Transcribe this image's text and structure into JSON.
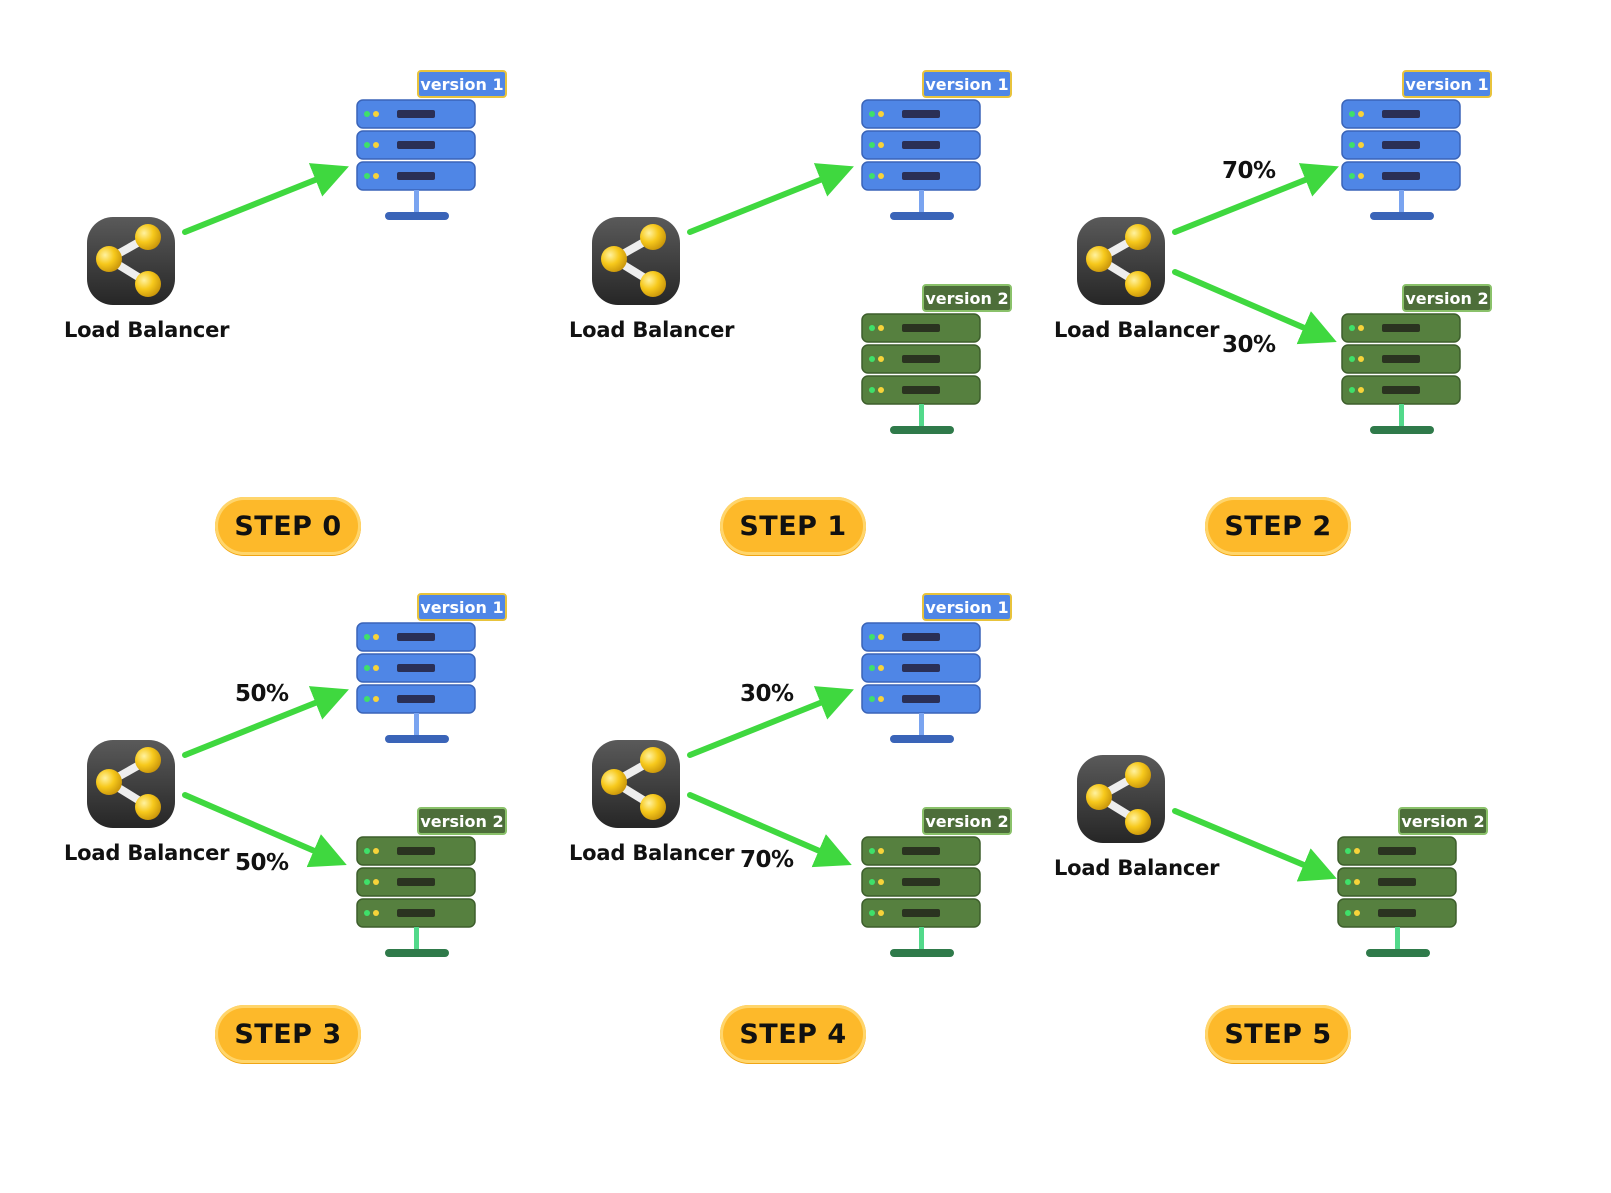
{
  "colors": {
    "arrow": "#3fd83f",
    "step_badge": "#fdb92a",
    "version1": "#4f86e6",
    "version2": "#4d6e3a",
    "lb_tile": "#3a3a3a",
    "lb_nodes": "#f7c91c"
  },
  "icons": {
    "load_balancer": "share-icon",
    "server": "server-rack-icon"
  },
  "panels": [
    {
      "step": "STEP 0",
      "lb_label": "Load Balancer",
      "servers": [
        {
          "version": "version 1"
        }
      ],
      "splits": []
    },
    {
      "step": "STEP 1",
      "lb_label": "Load Balancer",
      "servers": [
        {
          "version": "version 1"
        },
        {
          "version": "version 2"
        }
      ],
      "splits": []
    },
    {
      "step": "STEP 2",
      "lb_label": "Load Balancer",
      "servers": [
        {
          "version": "version 1"
        },
        {
          "version": "version 2"
        }
      ],
      "splits": [
        "70%",
        "30%"
      ]
    },
    {
      "step": "STEP 3",
      "lb_label": "Load Balancer",
      "servers": [
        {
          "version": "version 1"
        },
        {
          "version": "version 2"
        }
      ],
      "splits": [
        "50%",
        "50%"
      ]
    },
    {
      "step": "STEP 4",
      "lb_label": "Load Balancer",
      "servers": [
        {
          "version": "version 1"
        },
        {
          "version": "version 2"
        }
      ],
      "splits": [
        "30%",
        "70%"
      ]
    },
    {
      "step": "STEP 5",
      "lb_label": "Load Balancer",
      "servers": [
        {
          "version": "version 2"
        }
      ],
      "splits": []
    }
  ]
}
